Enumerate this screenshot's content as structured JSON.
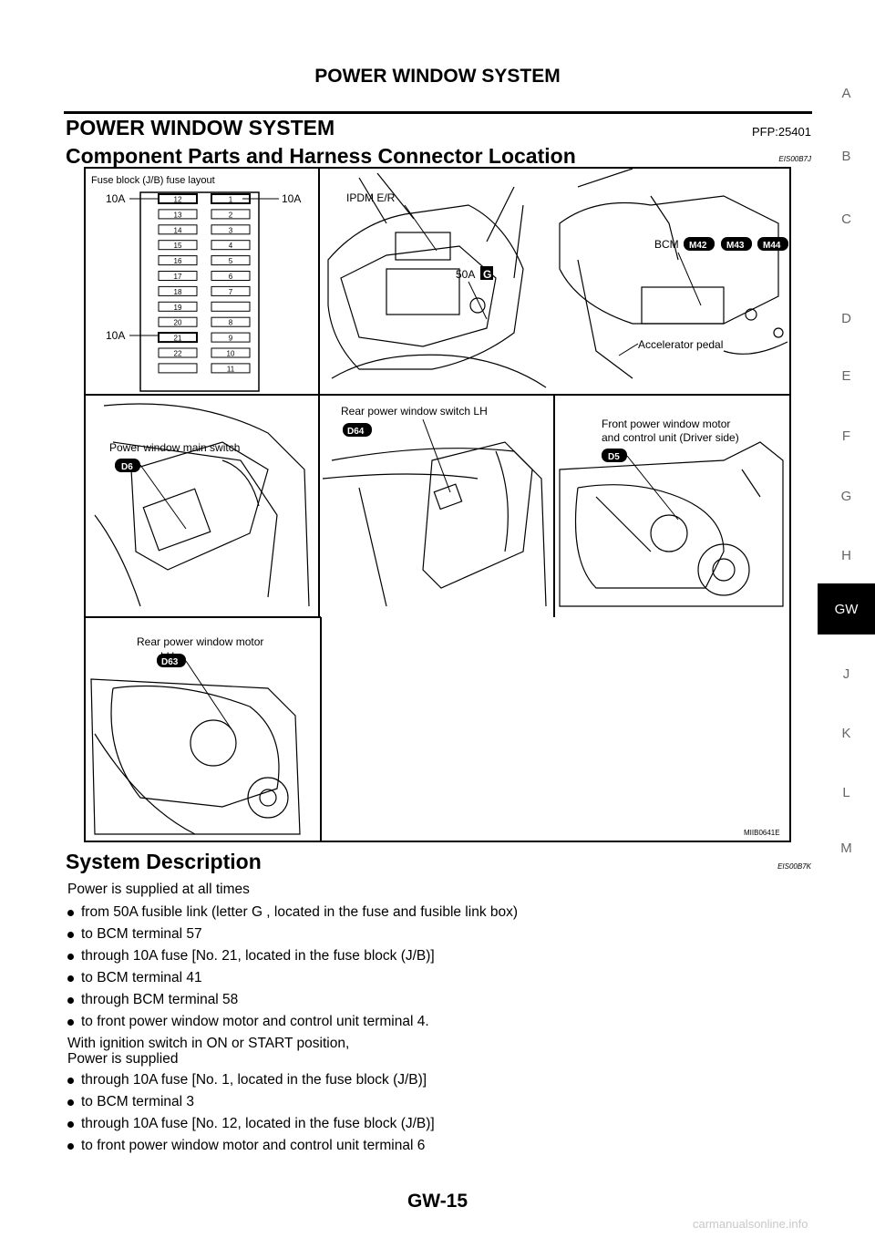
{
  "header": {
    "title": "POWER WINDOW SYSTEM"
  },
  "section": {
    "title": "POWER WINDOW SYSTEM",
    "code": "PFP:25401"
  },
  "component": {
    "title": "Component Parts and Harness Connector Location",
    "code": "EIS00B7J"
  },
  "side_index": {
    "letters": [
      "A",
      "B",
      "C",
      "D",
      "E",
      "F",
      "G",
      "H",
      "GW",
      "J",
      "K",
      "L",
      "M"
    ],
    "active": "GW"
  },
  "figure": {
    "fuse_block_label": "Fuse block (J/B) fuse layout",
    "fuse_left_col": [
      "12",
      "13",
      "14",
      "15",
      "16",
      "17",
      "18",
      "19",
      "20",
      "21",
      "22",
      ""
    ],
    "fuse_right_col": [
      "1",
      "2",
      "3",
      "4",
      "5",
      "6",
      "7",
      "",
      "8",
      "9",
      "10",
      "11"
    ],
    "fuse_callout_10a_top_left": "10A",
    "fuse_callout_10a_top_right": "10A",
    "fuse_callout_10a_bottom": "10A",
    "ipdm": "IPDM E/R",
    "fuse_50a": "50A",
    "fuse_letter": "G",
    "bcm": "BCM",
    "connectors_bcm": [
      "M42",
      "M43",
      "M44"
    ],
    "accelerator": "Accelerator pedal",
    "main_switch": "Power window main switch",
    "main_switch_connector": "D6",
    "rear_switch": "Rear power window switch LH",
    "rear_switch_connector": "D64",
    "front_motor_line1": "Front power window motor",
    "front_motor_line2": "and control unit (Driver side)",
    "front_motor_connector": "D5",
    "rear_motor_line1": "Rear power window motor",
    "rear_motor_line2": "LH",
    "rear_motor_connector": "D63",
    "figure_id": "MIIB0641E"
  },
  "system": {
    "title": "System Description",
    "code": "EIS00B7K",
    "intro": "Power is supplied at all times",
    "list1": [
      "from 50A fusible link (letter G , located in the fuse and fusible link box)",
      "to BCM terminal 57",
      "through 10A fuse [No. 21, located in the fuse block (J/B)]",
      "to BCM terminal 41",
      "through BCM terminal 58",
      "to front power window motor and control unit terminal 4."
    ],
    "ignition_line1": "With ignition switch in ON or START position,",
    "ignition_line2": "Power is supplied",
    "list2": [
      "through 10A fuse [No. 1, located in the fuse block (J/B)]",
      "to BCM terminal 3",
      "through 10A fuse [No. 12, located in the fuse block (J/B)]",
      "to front power window motor and control unit terminal 6"
    ]
  },
  "footer": {
    "page": "GW-15",
    "watermark": "carmanualsonline.info"
  }
}
